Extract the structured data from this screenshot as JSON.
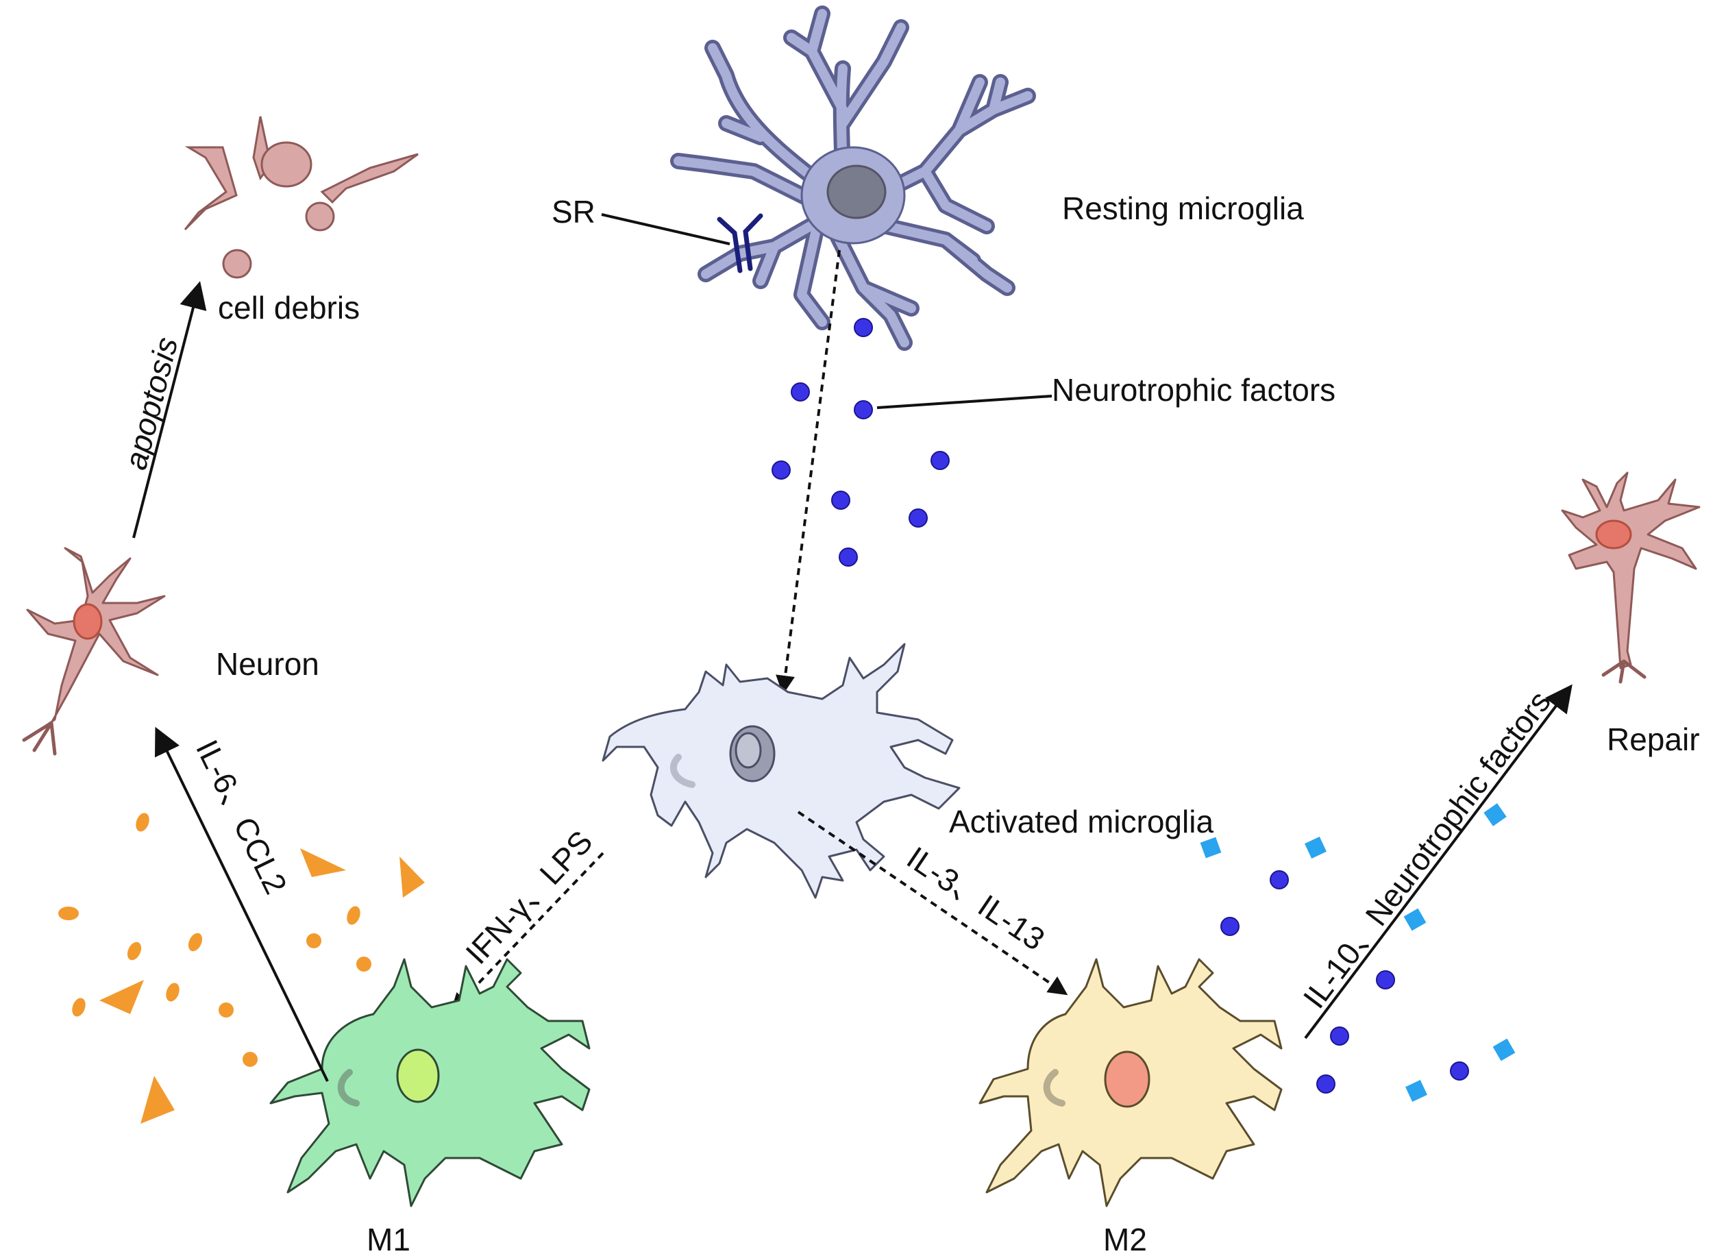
{
  "labels": {
    "resting_microglia": "Resting microglia",
    "sr": "SR",
    "neurotrophic_factors": "Neurotrophic factors",
    "cell_debris": "cell debris",
    "apoptosis": "apoptosis",
    "neuron": "Neuron",
    "activated_microglia": "Activated microglia",
    "repair": "Repair",
    "m1": "M1",
    "m2": "M2",
    "il6_ccl2": "IL-6、CCL2",
    "ifn_lps": "IFN-γ、LPS",
    "il3_il13": "IL-3、IL-13",
    "il10_ntf": "IL-10、Neurotrophic factors"
  },
  "colors": {
    "resting": "#a9afd6",
    "resting_nucleus": "#787c8c",
    "activated": "#e8ebf8",
    "m1": "#9ee8b4",
    "m2": "#fbecc0",
    "neuron": "#d9a7a5",
    "neuron_nucleus": "#e47769",
    "neurotrophic_dot": "#3a33e6",
    "cytokine_m1": "#f29a2e",
    "cytokine_m2": "#2aa4ee",
    "receptor": "#1b1f7a"
  },
  "icons": [
    "resting-microglia-cell",
    "activated-microglia-cell",
    "m1-microglia-cell",
    "m2-microglia-cell",
    "neuron-cell",
    "repaired-neuron-cell",
    "cell-debris",
    "scavenger-receptor-icon"
  ]
}
